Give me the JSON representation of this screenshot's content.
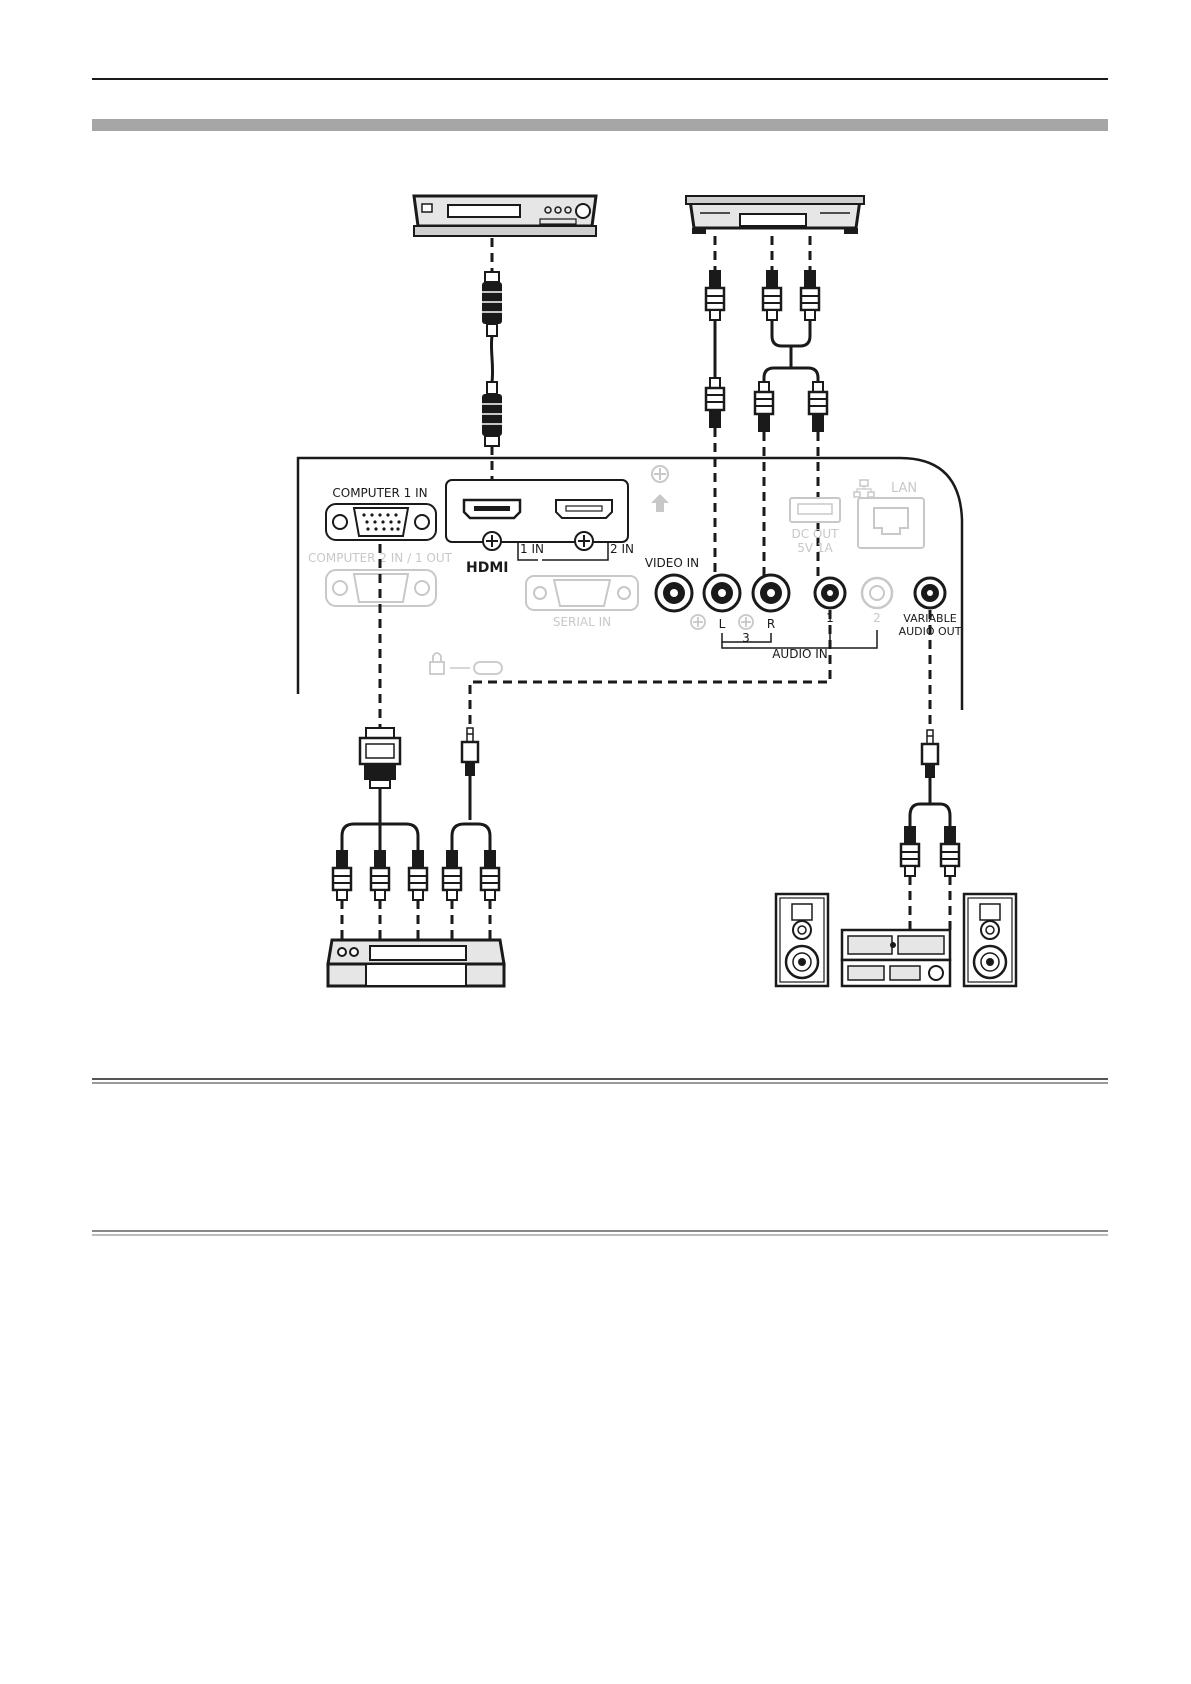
{
  "labels": {
    "computer1_in": "COMPUTER 1 IN",
    "computer2_in_1_out": "COMPUTER 2 IN / 1 OUT",
    "hdmi_1_in": "1 IN",
    "hdmi_2_in": "2 IN",
    "hdmi_logo": "HDMI",
    "serial_in": "SERIAL IN",
    "dc_out": "DC OUT",
    "dc_out_rating": "5V 1A",
    "lan": "LAN",
    "video_in": "VIDEO IN",
    "audio_l": "L",
    "audio_r": "R",
    "audio_3": "3",
    "audio_1": "1",
    "audio_2": "2",
    "audio_in": "AUDIO IN",
    "variable_audio_out_line1": "VARIABLE",
    "variable_audio_out_line2": "AUDIO OUT"
  },
  "colors": {
    "line": "#1a1a1a",
    "muted": "#c8c8c8",
    "device_fill": "#e6e6e6",
    "band": "#a6a6a6"
  }
}
